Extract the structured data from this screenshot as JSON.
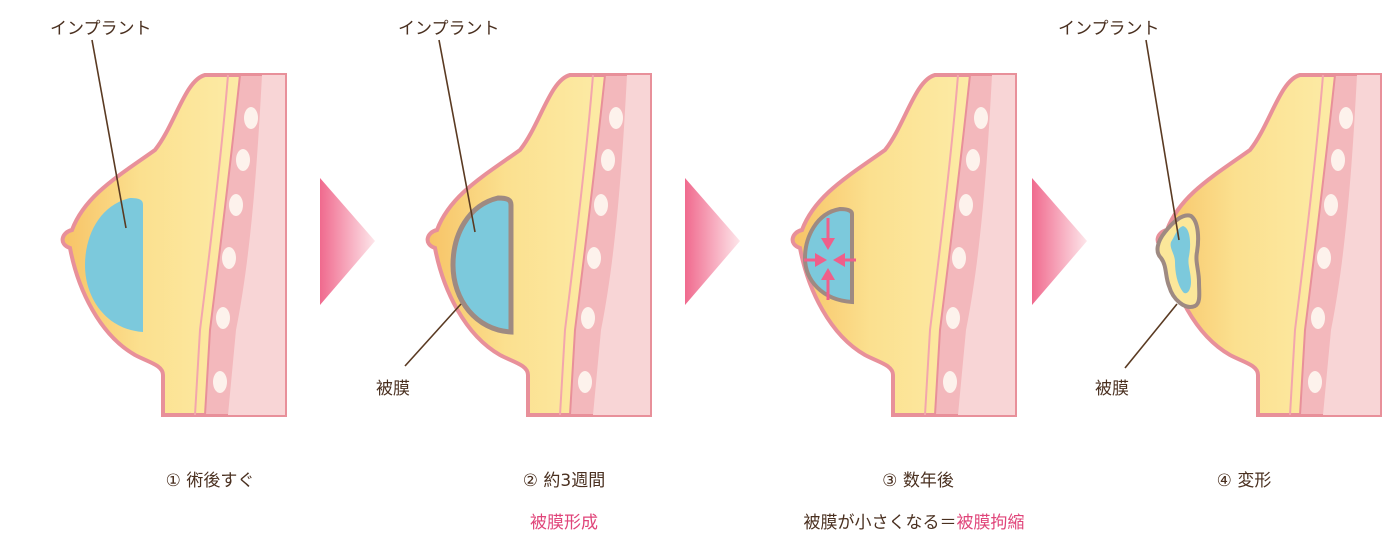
{
  "labels": {
    "implant_1": "インプラント",
    "implant_2": "インプラント",
    "implant_4": "インプラント",
    "capsule_2": "被膜",
    "capsule_4": "被膜"
  },
  "captions": {
    "step1": "① 術後すぐ",
    "step2": "② 約3週間",
    "step3": "③ 数年後",
    "step4": "④ 変形"
  },
  "subcaptions": {
    "step2": "被膜形成",
    "step3_prefix": "被膜が小さくなる＝",
    "step3_highlight": "被膜拘縮"
  },
  "colors": {
    "fat": "#fbe79a",
    "fat_edge": "#f5c060",
    "outline": "#e8909a",
    "muscle": "#f3b8bc",
    "chest": "#f7cfd1",
    "rib": "#fdf2ec",
    "implant": "#7cc9dc",
    "capsule": "#9e8a82",
    "arrow": "#ef5f8a",
    "leader": "#5a3a22"
  }
}
